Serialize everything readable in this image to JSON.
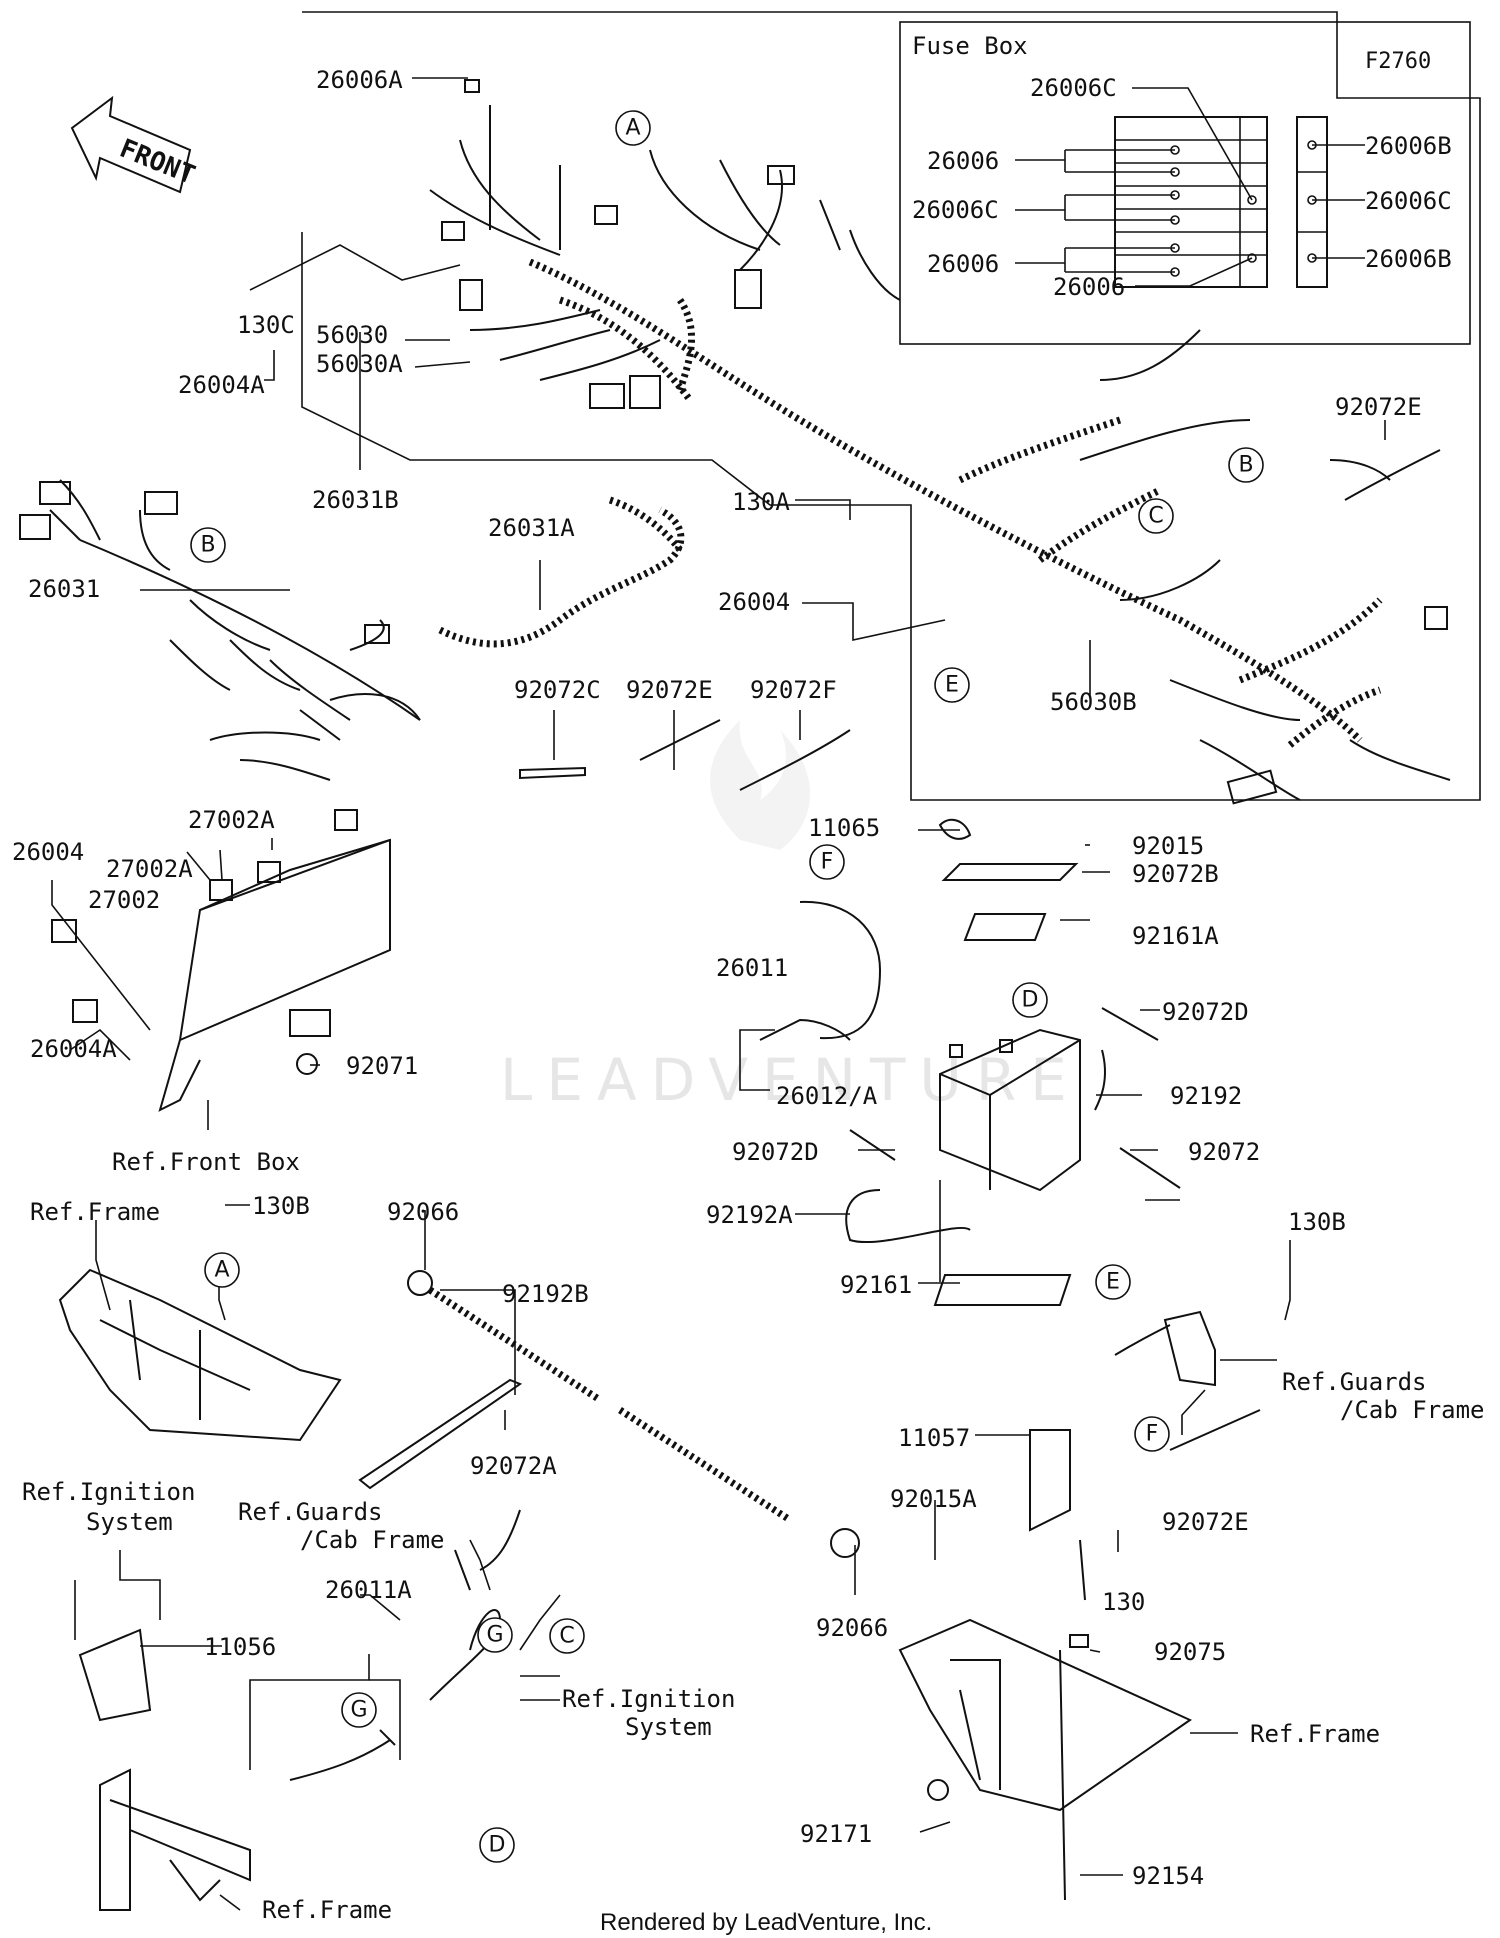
{
  "diagram": {
    "code": "F2760",
    "fuse_box_title": "Fuse Box",
    "front_label": "FRONT",
    "watermark": "LEADVENTURE",
    "footer": "Rendered by LeadVenture, Inc."
  },
  "labels": {
    "l_26006A": "26006A",
    "l_26004A_top": "26004A",
    "l_56030": "56030",
    "l_56030A": "56030A",
    "l_130C": "130C",
    "l_26031B": "26031B",
    "l_26031": "26031",
    "l_26031A": "26031A",
    "l_130A": "130A",
    "l_26004_mid": "26004",
    "l_56030B": "56030B",
    "l_92072E_top": "92072E",
    "l_92072C": "92072C",
    "l_92072E_mid": "92072E",
    "l_92072F": "92072F",
    "l_fuse_26006C_1": "26006C",
    "l_fuse_26006_1": "26006",
    "l_fuse_26006C_2": "26006C",
    "l_fuse_26006_2": "26006",
    "l_fuse_26006_3": "26006",
    "l_fuse_26006B_1": "26006B",
    "l_fuse_26006C_3": "26006C",
    "l_fuse_26006B_2": "26006B",
    "l_27002A_1": "27002A",
    "l_27002A_2": "27002A",
    "l_27002": "27002",
    "l_26004_left": "26004",
    "l_26004A_left": "26004A",
    "l_92071": "92071",
    "l_ref_front_box": "Ref.Front Box",
    "l_11065": "11065",
    "l_92015": "92015",
    "l_92072B": "92072B",
    "l_92161A": "92161A",
    "l_26011": "26011",
    "l_92072D_r": "92072D",
    "l_26012A": "26012/A",
    "l_92192": "92192",
    "l_92072D_l": "92072D",
    "l_92072": "92072",
    "l_92192A": "92192A",
    "l_92161": "92161",
    "l_ref_frame_1": "Ref.Frame",
    "l_130B_left": "130B",
    "l_92066_top": "92066",
    "l_92192B": "92192B",
    "l_92072A": "92072A",
    "l_130B_right": "130B",
    "l_ref_guards_1a": "Ref.Guards",
    "l_ref_guards_1b": "/Cab Frame",
    "l_11057": "11057",
    "l_92015A": "92015A",
    "l_92072E_bot": "92072E",
    "l_130": "130",
    "l_92066_bot": "92066",
    "l_ref_ign_1a": "Ref.Ignition",
    "l_ref_ign_1b": "System",
    "l_ref_guards_2a": "Ref.Guards",
    "l_ref_guards_2b": "/Cab Frame",
    "l_26011A": "26011A",
    "l_11056": "11056",
    "l_ref_ign_2a": "Ref.Ignition",
    "l_ref_ign_2b": "System",
    "l_92075": "92075",
    "l_ref_frame_2": "Ref.Frame",
    "l_92171": "92171",
    "l_92154": "92154",
    "l_ref_frame_3": "Ref.Frame"
  },
  "callouts": {
    "A_top": "A",
    "B_right": "B",
    "C_right": "C",
    "B_left": "B",
    "E_mid": "E",
    "F_top": "F",
    "D_bat": "D",
    "A_frame": "A",
    "E_right": "E",
    "F_right": "F",
    "G_top": "G",
    "C_bot": "C",
    "G_bot": "G",
    "D_bot": "D"
  }
}
